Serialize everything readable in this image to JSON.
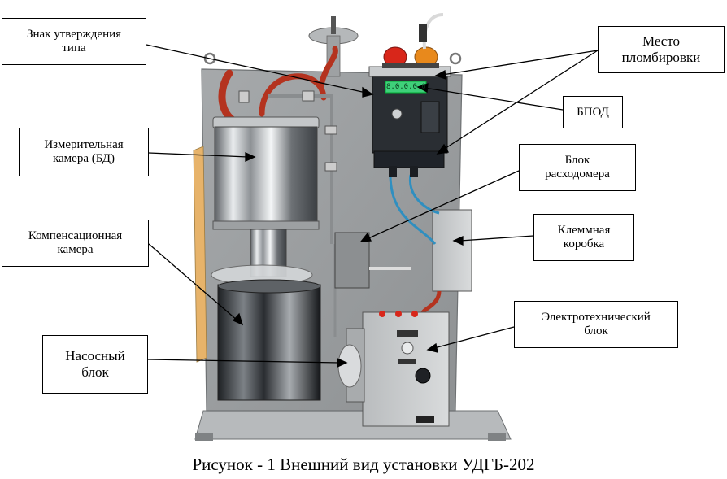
{
  "labels": {
    "type_approval_mark": [
      "Знак утверждения",
      "типа"
    ],
    "seal_place": [
      "Место",
      "пломбировки"
    ],
    "bpod": [
      "БПОД"
    ],
    "measuring_chamber": [
      "Измерительная",
      "камера (БД)"
    ],
    "flowmeter_block": [
      "Блок",
      "расходомера"
    ],
    "terminal_box": [
      "Клеммная",
      "коробка"
    ],
    "compensation_chamber": [
      "Компенсационная",
      "камера"
    ],
    "electrotechnical_block": [
      "Электротехнический",
      "блок"
    ],
    "pump_block": [
      "Насосный",
      "блок"
    ]
  },
  "display_text": "8.0.0.0.0",
  "caption": "Рисунок - 1 Внешний вид установки УДГБ-202",
  "colors": {
    "frame": "#9a9d9f",
    "steel": "#c9ccce",
    "hose": "#b4331f",
    "lamp_red": "#d8261a",
    "lamp_orange": "#e8891c",
    "control_unit": "#1f2329",
    "display": "#3fd07a",
    "cable_blue": "#2f8fc0"
  }
}
